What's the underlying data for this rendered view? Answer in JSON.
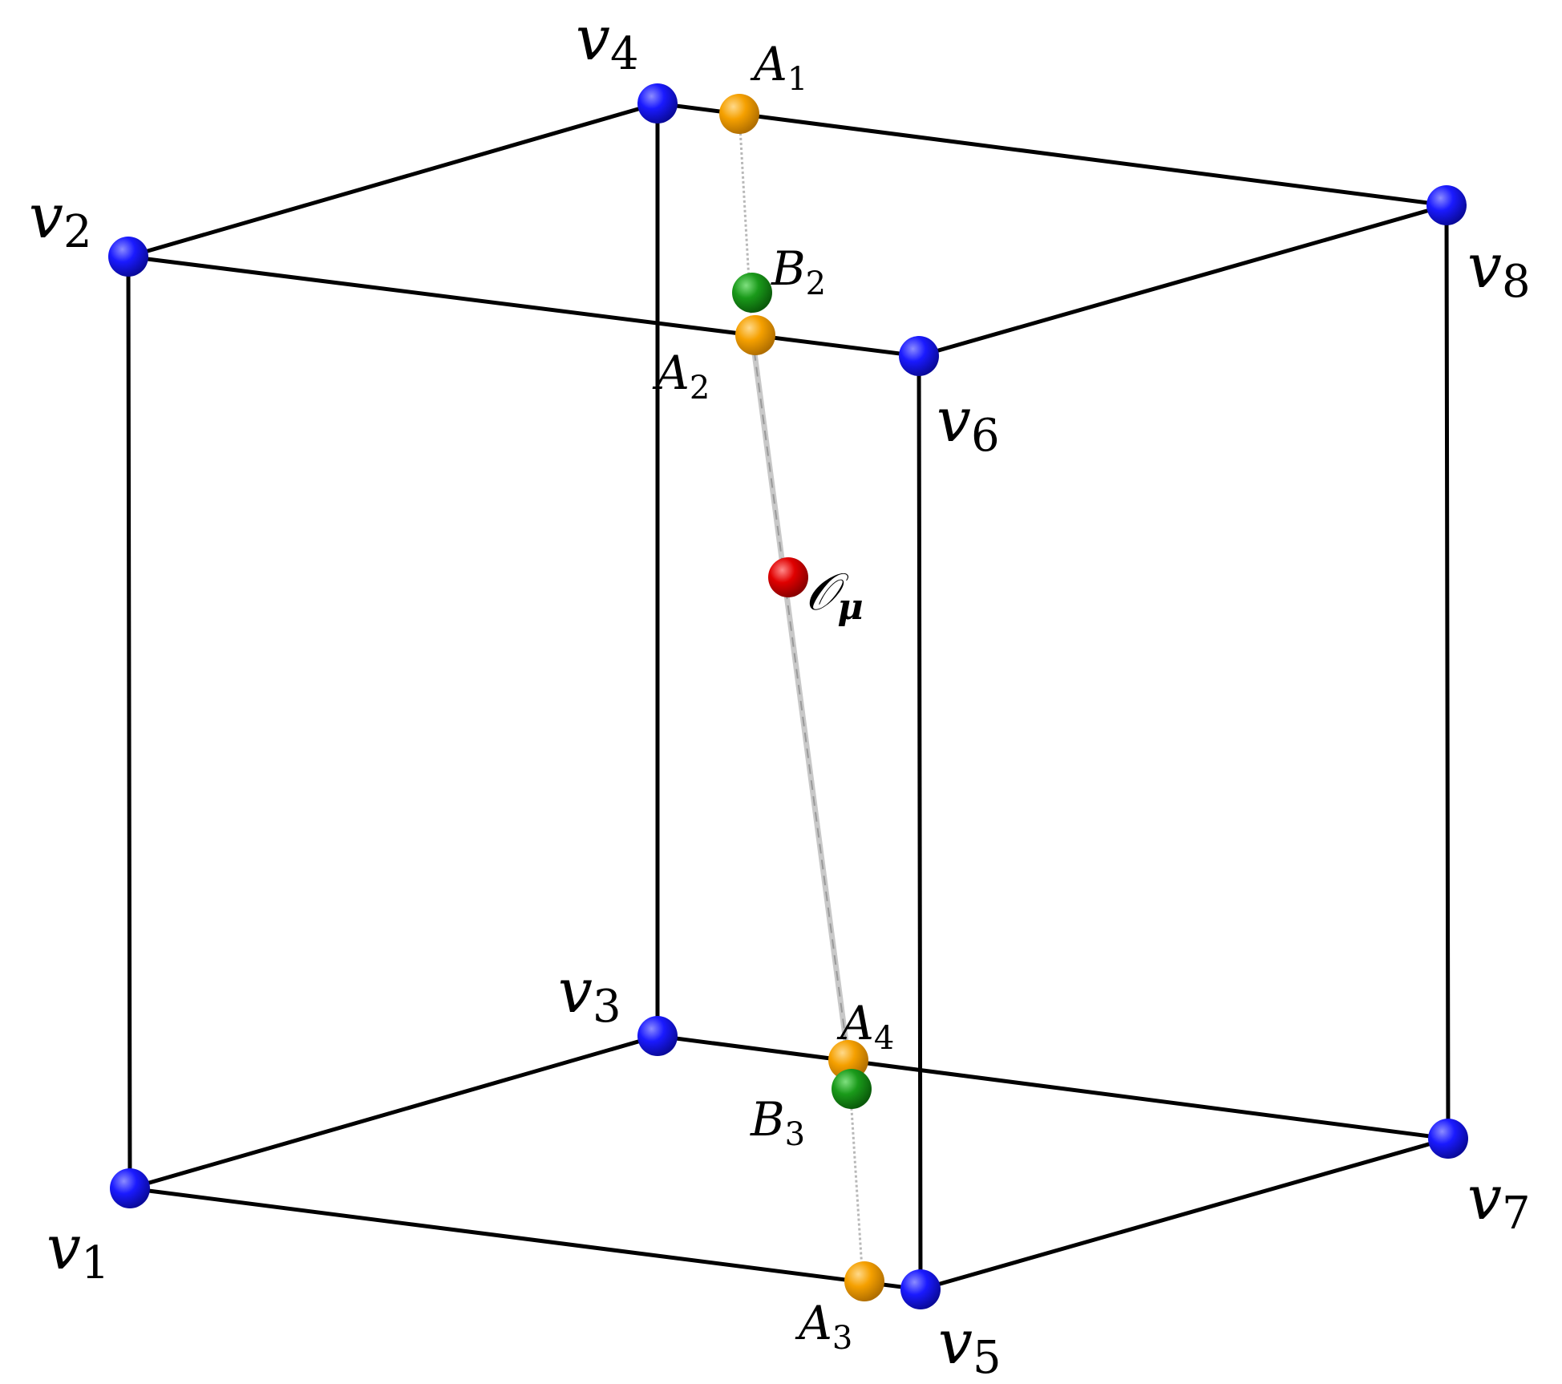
{
  "colors": {
    "vertex": "#1a1aff",
    "a_point": "#f5a000",
    "b_point": "#1a9a1a",
    "center": "#e00000",
    "edge": "#000000",
    "axis": "#b8b8b8"
  },
  "vertices": {
    "v1": {
      "base": "v",
      "sub": "1"
    },
    "v2": {
      "base": "v",
      "sub": "2"
    },
    "v3": {
      "base": "v",
      "sub": "3"
    },
    "v4": {
      "base": "v",
      "sub": "4"
    },
    "v5": {
      "base": "v",
      "sub": "5"
    },
    "v6": {
      "base": "v",
      "sub": "6"
    },
    "v7": {
      "base": "v",
      "sub": "7"
    },
    "v8": {
      "base": "v",
      "sub": "8"
    }
  },
  "points": {
    "A1": {
      "base": "A",
      "sub": "1"
    },
    "A2": {
      "base": "A",
      "sub": "2"
    },
    "A3": {
      "base": "A",
      "sub": "3"
    },
    "A4": {
      "base": "A",
      "sub": "4"
    },
    "B2": {
      "base": "B",
      "sub": "2"
    },
    "B3": {
      "base": "B",
      "sub": "3"
    }
  },
  "center": {
    "base": "𝒪",
    "sub": "μ"
  }
}
